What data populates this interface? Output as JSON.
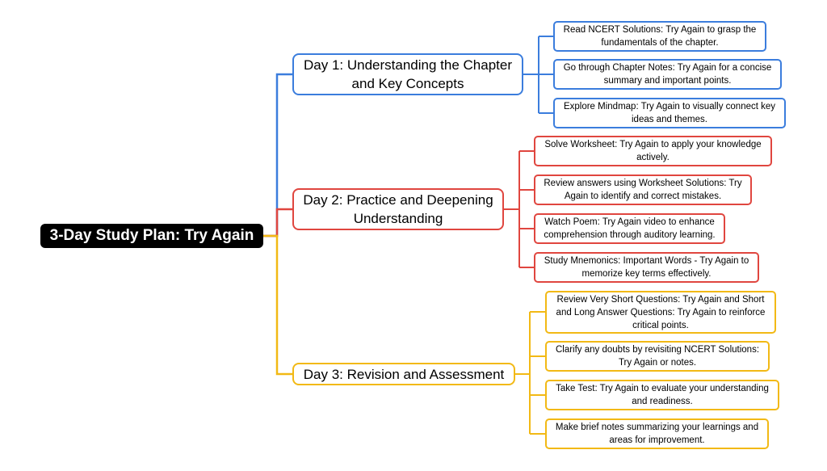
{
  "root": {
    "title": "3-Day Study Plan: Try Again"
  },
  "colors": {
    "day1": "#3b7ddd",
    "day2": "#e0463f",
    "day3": "#f2b915",
    "root_bg": "#000000"
  },
  "days": [
    {
      "label": "Day 1: Understanding the Chapter and Key Concepts",
      "tasks": [
        "Read NCERT Solutions: Try Again to grasp the fundamentals of the chapter.",
        "Go through Chapter Notes: Try Again for a concise summary and important points.",
        "Explore Mindmap: Try Again to visually connect key ideas and themes."
      ]
    },
    {
      "label": "Day 2: Practice and Deepening Understanding",
      "tasks": [
        "Solve Worksheet: Try Again to apply your knowledge actively.",
        "Review answers using Worksheet Solutions: Try Again to identify and correct mistakes.",
        "Watch Poem: Try Again video to enhance comprehension through auditory learning.",
        "Study Mnemonics: Important Words - Try Again to memorize key terms effectively."
      ]
    },
    {
      "label": "Day 3: Revision and Assessment",
      "tasks": [
        "Review Very Short Questions: Try Again and Short and Long Answer Questions: Try Again to reinforce critical points.",
        "Clarify any doubts by revisiting NCERT Solutions: Try Again or notes.",
        "Take Test: Try Again to evaluate your understanding and readiness.",
        "Make brief notes summarizing your learnings and areas for improvement."
      ]
    }
  ]
}
